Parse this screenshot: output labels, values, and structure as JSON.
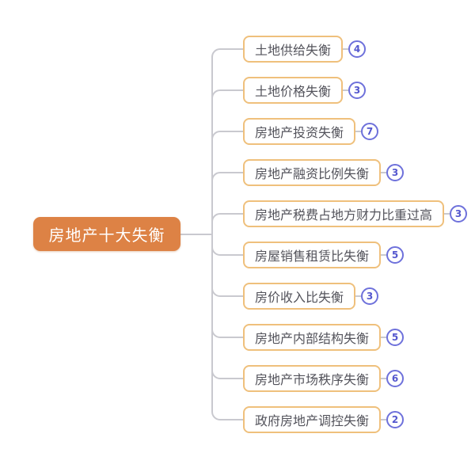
{
  "root": {
    "label": "房地产十大失衡"
  },
  "children": [
    {
      "label": "土地供给失衡",
      "count": "4"
    },
    {
      "label": "土地价格失衡",
      "count": "3"
    },
    {
      "label": "房地产投资失衡",
      "count": "7"
    },
    {
      "label": "房地产融资比例失衡",
      "count": "3"
    },
    {
      "label": "房地产税费占地方财力比重过高",
      "count": "3"
    },
    {
      "label": "房屋销售租赁比失衡",
      "count": "5"
    },
    {
      "label": "房价收入比失衡",
      "count": "3"
    },
    {
      "label": "房地产内部结构失衡",
      "count": "5"
    },
    {
      "label": "房地产市场秩序失衡",
      "count": "6"
    },
    {
      "label": "政府房地产调控失衡",
      "count": "2"
    }
  ],
  "colors": {
    "root_fill": "#DD8245",
    "root_text": "#FFFFFF",
    "child_border": "#EFC07C",
    "child_text": "#53535B",
    "connector_line": "#C9C9CF",
    "badge_border": "#6E71DB",
    "badge_text": "#5457CE"
  }
}
